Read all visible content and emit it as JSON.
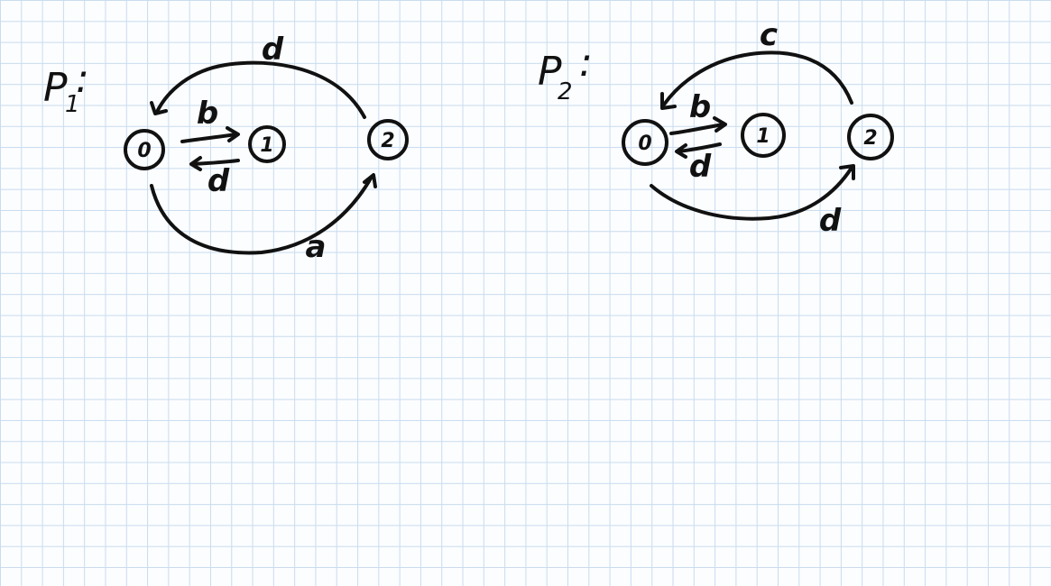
{
  "diagrams": [
    {
      "id": "p1",
      "title": {
        "main": "P",
        "sub": "1",
        "colon": ":"
      },
      "states": [
        "0",
        "1",
        "2"
      ],
      "transitions": [
        {
          "from": "0",
          "to": "1",
          "label": "b"
        },
        {
          "from": "1",
          "to": "0",
          "label": "d"
        },
        {
          "from": "2",
          "to": "0",
          "label": "d"
        },
        {
          "from": "0",
          "to": "2",
          "label": "a"
        }
      ]
    },
    {
      "id": "p2",
      "title": {
        "main": "P",
        "sub": "2",
        "colon": ":"
      },
      "states": [
        "0",
        "1",
        "2"
      ],
      "transitions": [
        {
          "from": "0",
          "to": "1",
          "label": "b"
        },
        {
          "from": "1",
          "to": "0",
          "label": "d"
        },
        {
          "from": "2",
          "to": "0",
          "label": "c"
        },
        {
          "from": "0",
          "to": "2",
          "label": "d"
        }
      ]
    }
  ],
  "colors": {
    "ink": "#111111",
    "grid": "#c9dcee",
    "paper": "#fbfdff"
  }
}
